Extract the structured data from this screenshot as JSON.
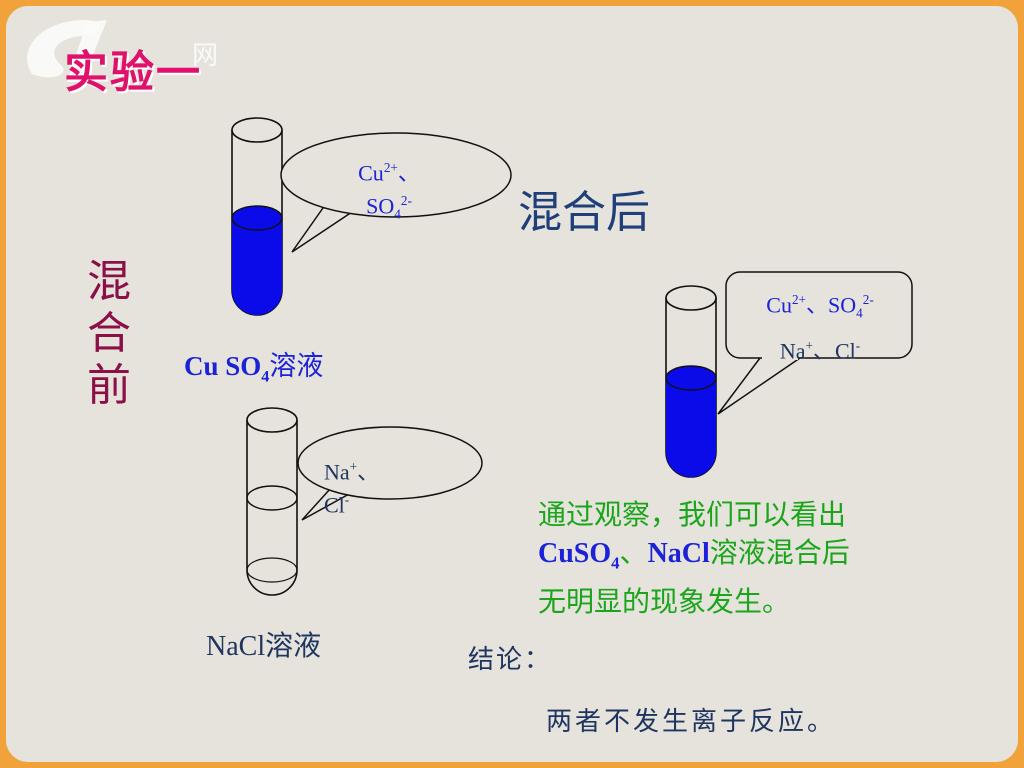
{
  "slide": {
    "title": "实验一",
    "logo_text": "网",
    "before_label": [
      "混",
      "合",
      "前"
    ],
    "after_label": "混合后",
    "cuso4": {
      "solution_label_pre": "Cu SO",
      "solution_label_sub": "4",
      "solution_label_post": "溶液",
      "ions_line1": "Cu",
      "ions_line1_sup": "2+",
      "ions_line1_sep": "、",
      "ions_line2": "SO",
      "ions_line2_sub": "4",
      "ions_line2_sup": "2-",
      "liquid_color": "#0b0bea"
    },
    "nacl": {
      "solution_label_pre": "NaCl",
      "solution_label_post": "溶液",
      "ions_line1": "Na",
      "ions_line1_sup": "+",
      "ions_line1_sep": "、",
      "ions_line2": "Cl",
      "ions_line2_sup": "-"
    },
    "mixed": {
      "line1_a": "Cu",
      "line1_a_sup": "2+",
      "line1_sep": "、",
      "line1_b": "SO",
      "line1_b_sub": "4",
      "line1_b_sup": "2-",
      "line2_a": "Na",
      "line2_a_sup": "+",
      "line2_sep": "、",
      "line2_b": "Cl",
      "line2_b_sup": "-",
      "liquid_color": "#0b0bea"
    },
    "observation": {
      "line1": "通过观察，我们可以看出",
      "line2_a": "CuSO",
      "line2_a_sub": "4",
      "line2_sep": "、",
      "line2_b": "NaCl",
      "line2_c": "溶液混合后",
      "line3": "无明显的现象发生。"
    },
    "conclusion_label": "结论：",
    "conclusion_text": "两者不发生离子反应。"
  }
}
